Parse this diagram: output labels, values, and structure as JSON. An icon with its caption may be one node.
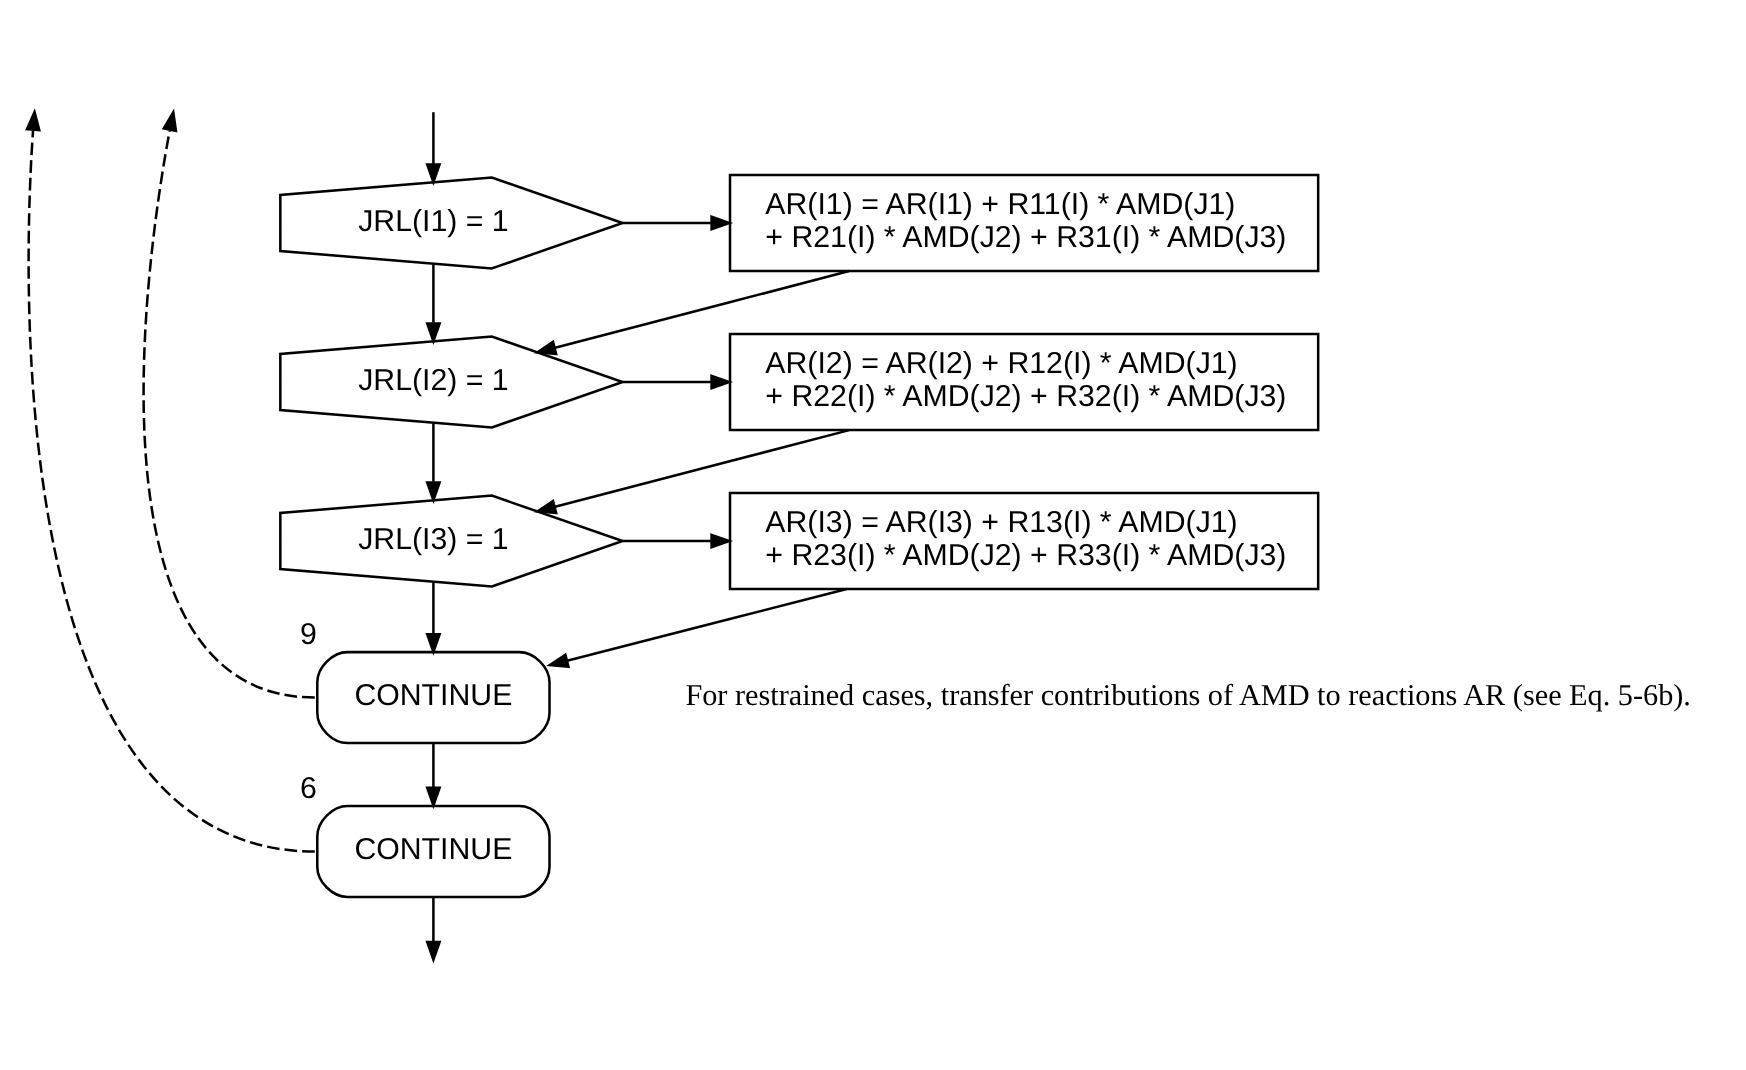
{
  "diagram": {
    "nodes": [
      {
        "text": [
          "JRL(I1) = 1"
        ]
      },
      {
        "text": [
          "AR(I1) = AR(I1) + R11(I) * AMD(J1) + R21(I) * AMD(J2) + R31(I) * AMD(J3)"
        ]
      },
      {
        "text": [
          "JRL(I2) = 1"
        ]
      },
      {
        "text": [
          "AR(I2) = AR(I2) + R12(I) * AMD(J1) + R22(I) * AMD(J2) + R32(I) * AMD(J3)"
        ]
      },
      {
        "text": [
          "JRL(I3) = 1"
        ]
      },
      {
        "text": [
          "AR(I3) = AR(I3) + R13(I) * AMD(J1) + R23(I) * AMD(J2) + R33(I) * AMD(J3)"
        ]
      },
      {
        "text": [
          "CONTINUE"
        ],
        "beside": [
          "9"
        ]
      },
      {
        "text": [
          "CONTINUE"
        ],
        "beside": [
          "6"
        ]
      }
    ],
    "edges": [
      {
        "from": null,
        "to": 0,
        "arrow": "to"
      },
      {
        "from": 0,
        "to": 1,
        "arrow": "to"
      },
      {
        "from": 0,
        "to": 2,
        "arrow": "to"
      },
      {
        "from": 1,
        "to": 2,
        "arrow": "to"
      },
      {
        "from": 2,
        "to": 3,
        "arrow": "to"
      },
      {
        "from": 2,
        "to": 4,
        "arrow": "to"
      },
      {
        "from": 3,
        "to": 4,
        "arrow": "to"
      },
      {
        "from": 4,
        "to": 5,
        "arrow": "to"
      },
      {
        "from": 4,
        "to": 6,
        "arrow": "to"
      },
      {
        "from": 5,
        "to": 6,
        "arrow": "to"
      },
      {
        "from": 6,
        "to": 7,
        "arrow": "to"
      },
      {
        "from": 6,
        "to": null,
        "arrow": "to",
        "style": "dashed"
      },
      {
        "from": 7,
        "to": null,
        "arrow": "to",
        "style": "dashed"
      },
      {
        "from": 7,
        "to": null,
        "arrow": "to"
      }
    ],
    "labels": [
      "For restrained cases, transfer contributions of AMD to reactions AR (see Eq. 5-6b)."
    ]
  }
}
